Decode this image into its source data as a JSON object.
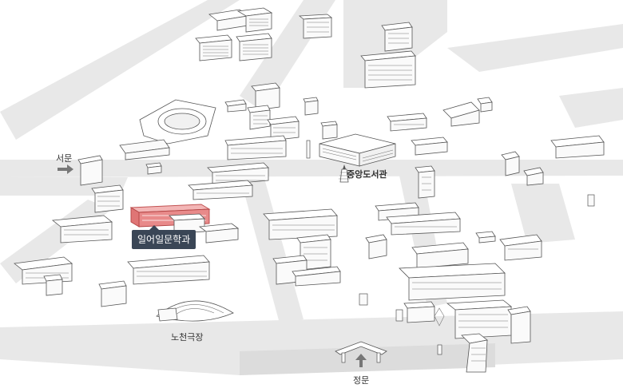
{
  "map": {
    "highlight_color": "#e88a8a",
    "callout_color": "#3a4656",
    "road_color": "#e8e8e8"
  },
  "labels": {
    "west_gate": "서문",
    "central_library": "중앙도서관",
    "outdoor_theater": "노천극장",
    "main_gate": "정문"
  },
  "callout": {
    "department": "일어일문학과"
  },
  "icons": {
    "west_gate_arrow": "arrow-right-icon",
    "main_gate_arrow": "arrow-up-icon",
    "library_marker": "tower-icon"
  }
}
